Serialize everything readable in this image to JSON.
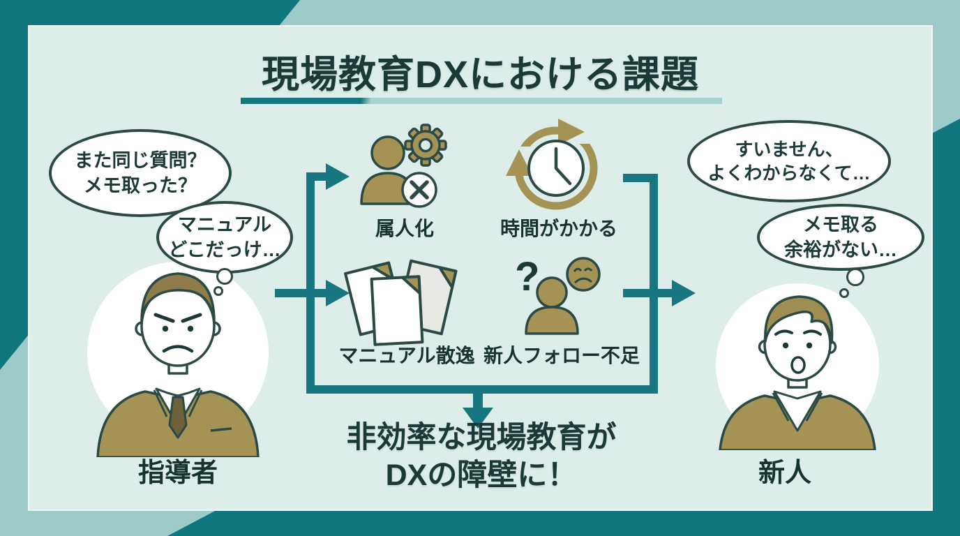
{
  "title": "現場教育DXにおける課題",
  "instructor": {
    "label": "指導者",
    "speech_lines": [
      "また同じ質問？",
      "メモ取った？"
    ],
    "thought_lines": [
      "マニュアル",
      "どこだっけ…"
    ]
  },
  "newcomer": {
    "label": "新人",
    "speech_lines": [
      "すいません、",
      "よくわからなくて…"
    ],
    "thought_lines": [
      "メモ取る",
      "余裕がない…"
    ]
  },
  "problems": [
    {
      "label": "属人化",
      "icon": "person-gear-error-icon"
    },
    {
      "label": "時間がかかる",
      "icon": "clock-loop-icon"
    },
    {
      "label": "マニュアル散逸",
      "icon": "scattered-documents-icon"
    },
    {
      "label": "新人フォロー不足",
      "icon": "newcomer-question-sad-icon"
    }
  ],
  "conclusion_lines": [
    "非効率な現場教育が",
    "DXの障壁に！"
  ],
  "colors": {
    "dark_teal": "#10767e",
    "light_teal": "#9ccbca",
    "panel_mint": "#ddedea",
    "ink": "#1b3a37",
    "outline": "#2b4a45",
    "olive": "#a59355",
    "arrow_teal": "#17767f",
    "paper_gray": "#e9e9e4",
    "white": "#ffffff"
  }
}
